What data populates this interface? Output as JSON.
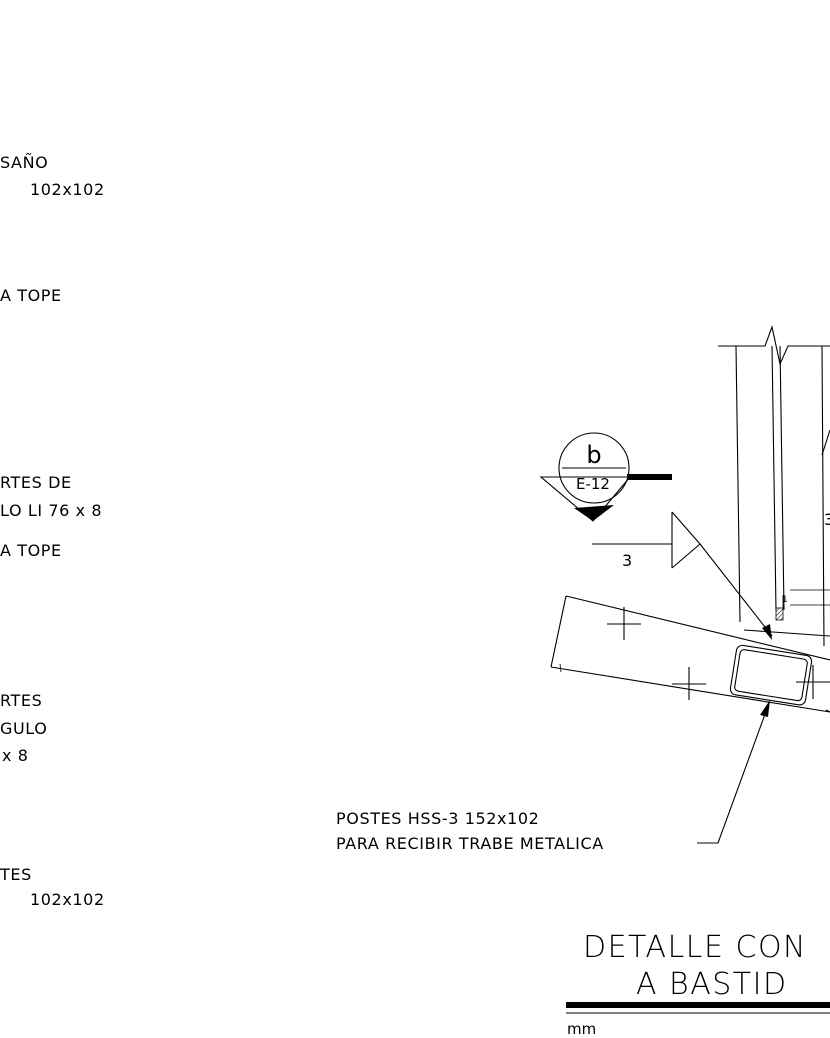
{
  "left_notes": [
    [
      "SAÑO",
      "102x102"
    ],
    [
      "A TOPE"
    ],
    [
      "RTES DE",
      "LO LI 76 x 8"
    ],
    [
      "A TOPE"
    ],
    [
      "RTES",
      "GULO",
      "x 8"
    ],
    [
      "TES",
      "102x102"
    ]
  ],
  "weld_symbol": {
    "detail_letter": "b",
    "sheet_ref": "E-12",
    "weld_size": "3"
  },
  "callout": {
    "line1": "POSTES HSS-3 152x102",
    "line2": "PARA RECIBIR TRABE METALICA"
  },
  "detail_title": {
    "line1": "DETALLE CON",
    "line2": "A BASTID",
    "units": "mm"
  },
  "edge_glyph": "3",
  "edge_mark": "1"
}
